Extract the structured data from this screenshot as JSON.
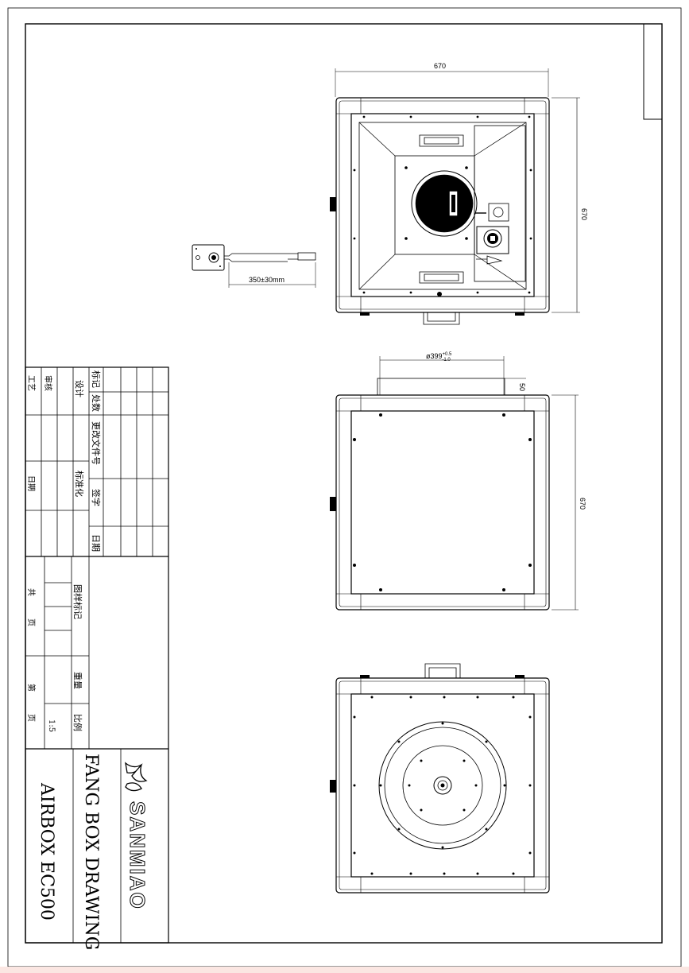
{
  "drawing": {
    "top_view": {
      "width_dim": "670",
      "height_dim": "670",
      "cable_dim": "350±30mm"
    },
    "side_view": {
      "diameter_dim_main": "ø399",
      "diameter_tol_upper": "+0.5",
      "diameter_tol_lower": "-1.0",
      "collar_height_dim": "50",
      "height_dim": "670"
    }
  },
  "title_block": {
    "labels": {
      "mark": "标记",
      "count": "处数",
      "change_doc": "更改文件号",
      "signature": "签字",
      "date_col": "日期",
      "design": "设计",
      "standardize": "标准化",
      "review": "审核",
      "process": "工艺",
      "date": "日期",
      "sample_mark": "图样标记",
      "weight": "重量",
      "scale": "比例",
      "total": "共",
      "page": "页",
      "sheet_no": "第",
      "page2": "页"
    },
    "scale_value": "1:5",
    "company_logo_text": "SANMIAO",
    "drawing_title": "FANG BOX DRAWING",
    "model": "AIRBOX EC500"
  },
  "colors": {
    "line": "#000000",
    "paper": "#ffffff",
    "strip": "#fbe6e2"
  }
}
